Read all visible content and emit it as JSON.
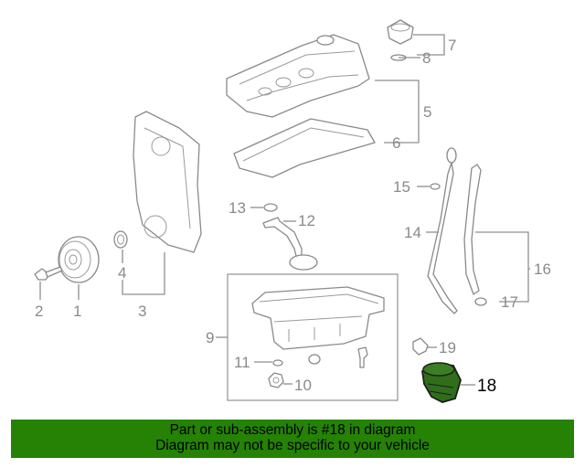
{
  "diagram": {
    "callouts": {
      "c1": "1",
      "c2": "2",
      "c3": "3",
      "c4": "4",
      "c5": "5",
      "c6": "6",
      "c7": "7",
      "c8": "8",
      "c9": "9",
      "c10": "10",
      "c11": "11",
      "c12": "12",
      "c13": "13",
      "c14": "14",
      "c15": "15",
      "c16": "16",
      "c17": "17",
      "c18": "18",
      "c19": "19"
    },
    "highlighted_part": "18",
    "colors": {
      "line": "#8a8a8a",
      "highlight_fill": "#2f6e1a",
      "banner": "#258205"
    }
  },
  "banner": {
    "line1": "Part or sub-assembly is #18 in diagram",
    "line2": "Diagram may not be specific to your vehicle"
  }
}
